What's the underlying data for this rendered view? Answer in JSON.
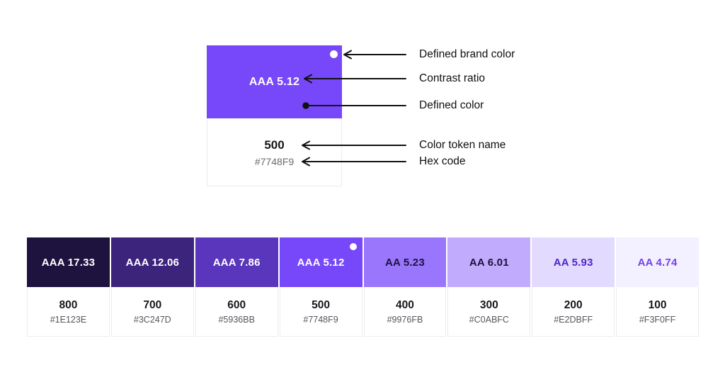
{
  "legend_card": {
    "swatch": {
      "contrast_label": "AAA 5.12",
      "token": "500",
      "hex": "#7748F9",
      "color": "#7748F9",
      "has_brand_dot": true
    },
    "annotations": [
      {
        "label": "Defined brand color"
      },
      {
        "label": "Contrast ratio"
      },
      {
        "label": "Defined color"
      },
      {
        "label": "Color token name"
      },
      {
        "label": "Hex code"
      }
    ]
  },
  "palette": {
    "swatches": [
      {
        "contrast": "AAA 17.33",
        "token": "800",
        "hex": "#1E123E",
        "color": "#1E123E",
        "text_color": "#FFFFFF",
        "brand_dot": false
      },
      {
        "contrast": "AAA 12.06",
        "token": "700",
        "hex": "#3C247D",
        "color": "#3C247D",
        "text_color": "#FFFFFF",
        "brand_dot": false
      },
      {
        "contrast": "AAA 7.86",
        "token": "600",
        "hex": "#5936BB",
        "color": "#5936BB",
        "text_color": "#FFFFFF",
        "brand_dot": false
      },
      {
        "contrast": "AAA 5.12",
        "token": "500",
        "hex": "#7748F9",
        "color": "#7748F9",
        "text_color": "#FFFFFF",
        "brand_dot": true
      },
      {
        "contrast": "AA 5.23",
        "token": "400",
        "hex": "#9976FB",
        "color": "#9976FB",
        "text_color": "#1E123E",
        "brand_dot": false
      },
      {
        "contrast": "AA 6.01",
        "token": "300",
        "hex": "#C0ABFC",
        "color": "#C0ABFC",
        "text_color": "#1E123E",
        "brand_dot": false
      },
      {
        "contrast": "AA 5.93",
        "token": "200",
        "hex": "#E2DBFF",
        "color": "#E2DBFF",
        "text_color": "#5126C9",
        "brand_dot": false
      },
      {
        "contrast": "AA 4.74",
        "token": "100",
        "hex": "#F3F0FF",
        "color": "#F3F0FF",
        "text_color": "#7341F0",
        "brand_dot": false
      }
    ]
  },
  "colors": {
    "background": "#FFFFFF",
    "arrow": "#111111",
    "card_border": "#ECECF1",
    "dot_white": "#FFFFFF",
    "dot_black": "#111111",
    "token_text": "#17171C",
    "hex_text": "#55555E"
  }
}
